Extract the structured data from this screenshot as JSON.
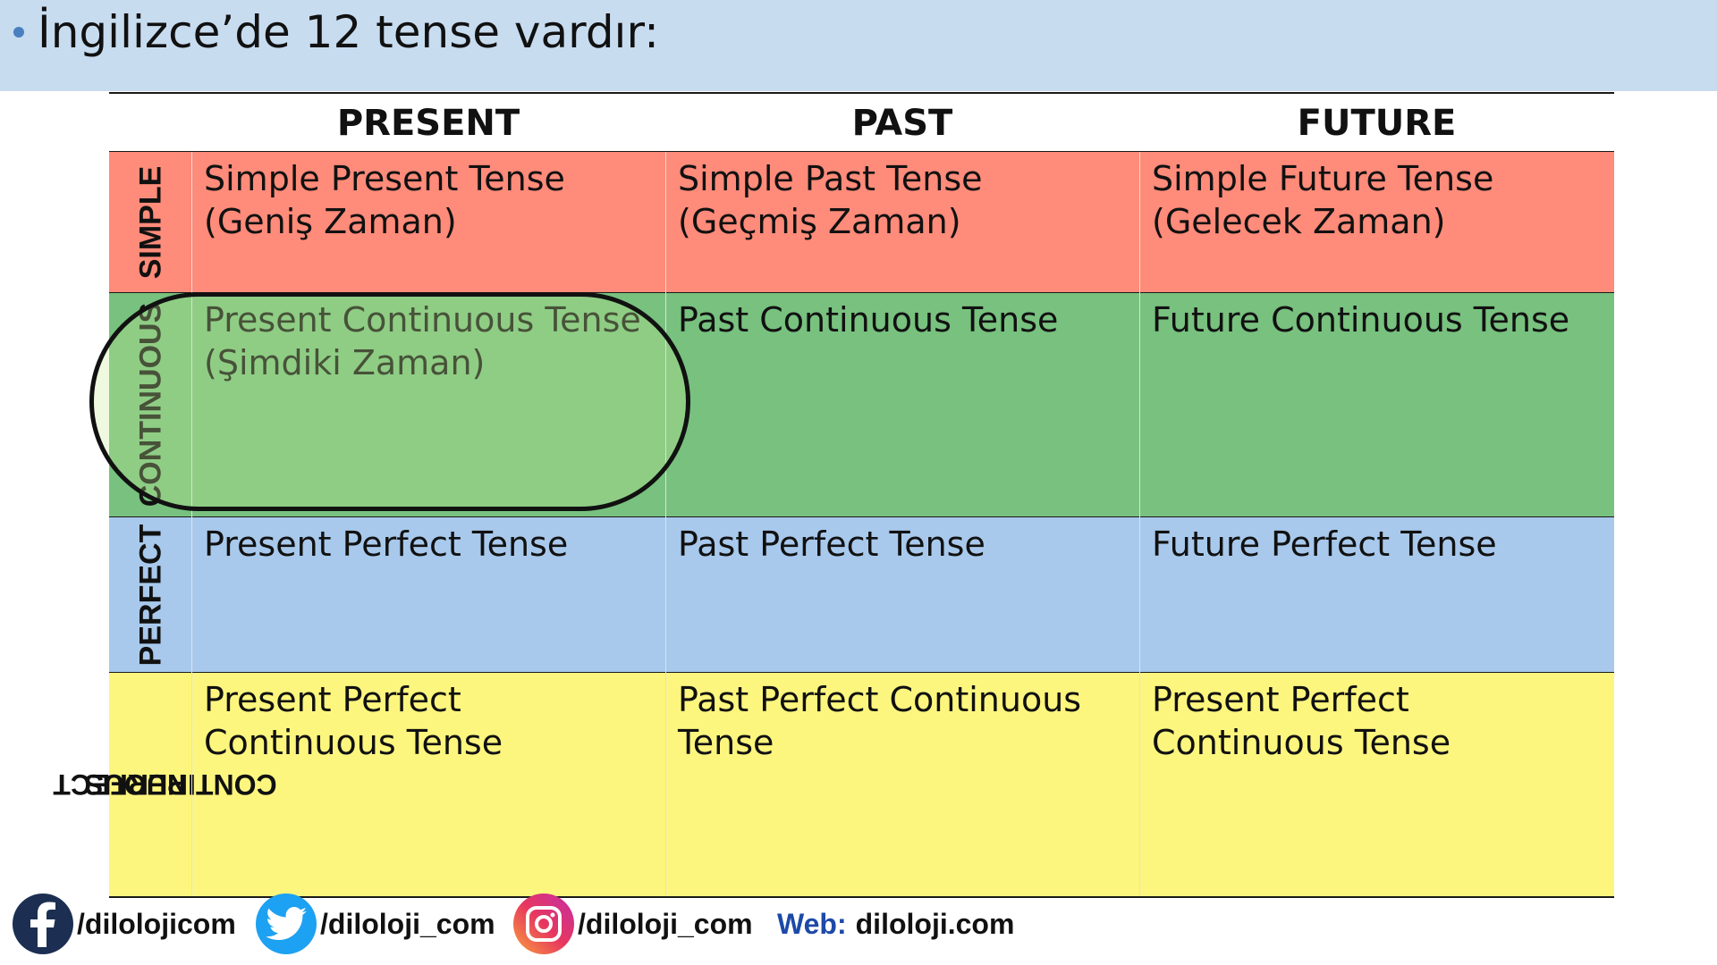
{
  "title": "İngilizce’de 12 tense vardır:",
  "columns": [
    "PRESENT",
    "PAST",
    "FUTURE"
  ],
  "rows": [
    {
      "label": "SIMPLE",
      "cells": [
        {
          "line1": "Simple Present Tense",
          "line2": "(Geniş Zaman)"
        },
        {
          "line1": "Simple Past Tense",
          "line2": "(Geçmiş Zaman)"
        },
        {
          "line1": "Simple Future Tense",
          "line2": "(Gelecek Zaman)"
        }
      ]
    },
    {
      "label": "CONTINUOUS",
      "cells": [
        {
          "line1": "Present Continuous Tense",
          "line2": "(Şimdiki Zaman)"
        },
        {
          "line1": "Past Continuous Tense",
          "line2": ""
        },
        {
          "line1": "Future Continuous Tense",
          "line2": ""
        }
      ]
    },
    {
      "label": "PERFECT",
      "cells": [
        {
          "line1": "Present Perfect Tense",
          "line2": ""
        },
        {
          "line1": "Past Perfect Tense",
          "line2": ""
        },
        {
          "line1": "Future Perfect Tense",
          "line2": ""
        }
      ]
    },
    {
      "label_line1": "PERFECT",
      "label_line2": "CONTINUOUS",
      "cells": [
        {
          "line1": "Present Perfect",
          "line2": "Continuous Tense"
        },
        {
          "line1": "Past Perfect Continuous",
          "line2": "Tense"
        },
        {
          "line1": "Present Perfect",
          "line2": "Continuous Tense"
        }
      ]
    }
  ],
  "colors": {
    "simple_row": "#ff8b7a",
    "continuous_row": "#78c17f",
    "perfect_row": "#a8c9ec",
    "perfect_continuous_row": "#fdf67e",
    "title_bar": "#c8dcf0"
  },
  "footer": {
    "facebook": {
      "icon": "facebook-icon",
      "handle": "/dilolojicom"
    },
    "twitter": {
      "icon": "twitter-icon",
      "handle": "/diloloji_com"
    },
    "instagram": {
      "icon": "instagram-icon",
      "handle": "/diloloji_com"
    },
    "web_label": "Web:",
    "web_url": "diloloji.com"
  }
}
